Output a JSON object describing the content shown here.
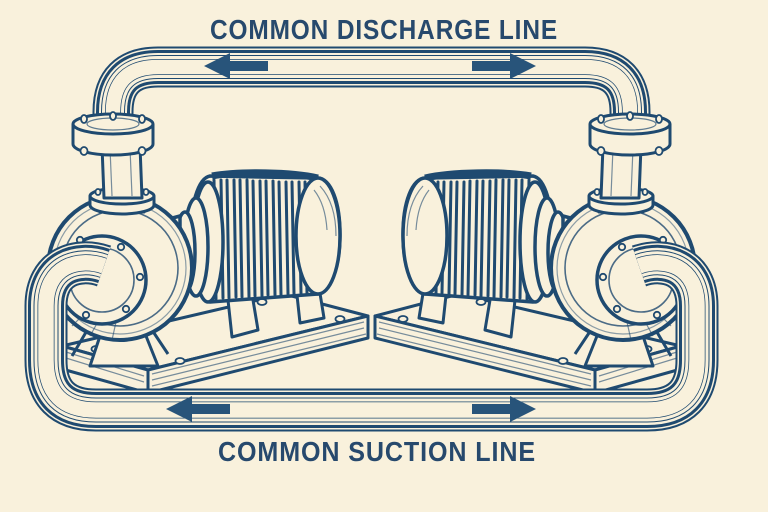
{
  "colors": {
    "paper": "#f9f1dc",
    "ink": "#1f4a70",
    "ink_dark": "#16395b",
    "arrow": "#28547a",
    "text": "#27496d"
  },
  "labels": {
    "discharge_line": "COMMON DISCHARGE LINE",
    "suction_line": "COMMON SUCTION LINE"
  },
  "illustration": {
    "style": "vintage navy engraving line art on cream paper",
    "left_pump": {
      "icon": "centrifugal-pump-with-motor-icon",
      "orientation": "volute left, motor right"
    },
    "right_pump": {
      "icon": "centrifugal-pump-with-motor-icon",
      "orientation": "motor left, volute right"
    },
    "discharge_arrows": [
      {
        "direction": "left"
      },
      {
        "direction": "right"
      }
    ],
    "suction_arrows": [
      {
        "direction": "left"
      },
      {
        "direction": "right"
      }
    ]
  }
}
